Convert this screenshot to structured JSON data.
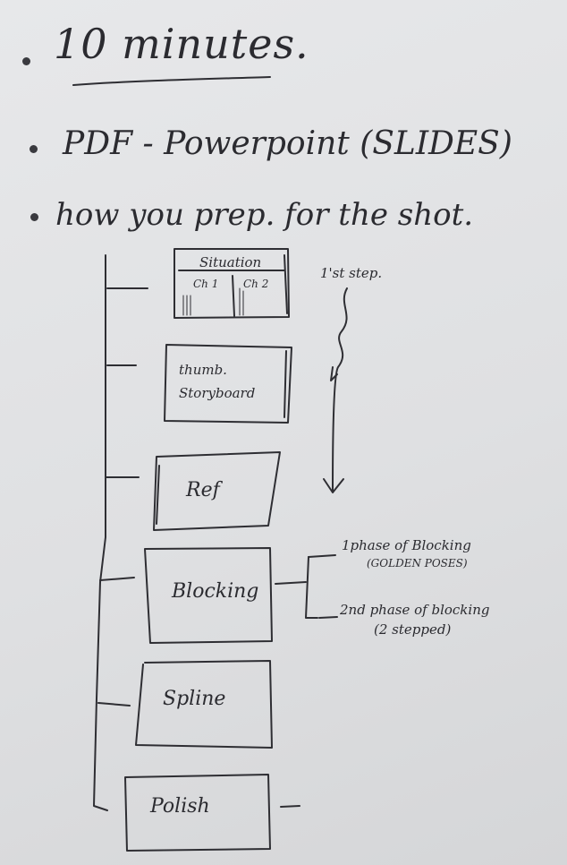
{
  "notes": {
    "title": "10 minutes.",
    "bullet_pdf": "PDF - Powerpoint (SLIDES)",
    "bullet_prep": "how you prep. for the shot.",
    "first_step": "1'st step.",
    "steps": [
      {
        "label": "Situation"
      },
      {
        "label": "thumb. Storyboard"
      },
      {
        "label": "Ref"
      },
      {
        "label": "Blocking"
      },
      {
        "label": "Spline"
      },
      {
        "label": "Polish"
      }
    ],
    "situation_ch1": "Ch 1",
    "situation_ch2": "Ch 2",
    "blocking_phase_1": "1phase of Blocking",
    "blocking_phase_1_note": "(GOLDEN POSES)",
    "blocking_phase_2": "2nd phase of blocking",
    "blocking_phase_2_note": "(2 stepped)"
  }
}
